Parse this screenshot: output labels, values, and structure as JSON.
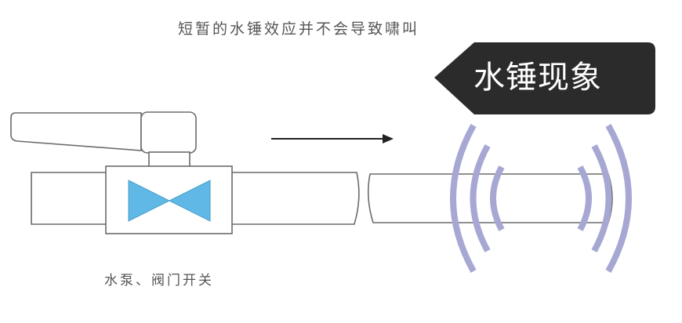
{
  "diagram": {
    "caption_top": "短暂的水锤效应并不会导致啸叫",
    "caption_pump": "水泵、阀门开关",
    "badge_label": "水锤现象",
    "colors": {
      "outline": "#6b6b6b",
      "valve_fill": "#5fb8e6",
      "wave": "#a6a8d3",
      "badge_bg": "#2b2b2b",
      "badge_text": "#ffffff",
      "caption": "#555555"
    },
    "icons": [
      "valve-icon",
      "flow-arrow-icon",
      "sound-wave-icon"
    ]
  }
}
